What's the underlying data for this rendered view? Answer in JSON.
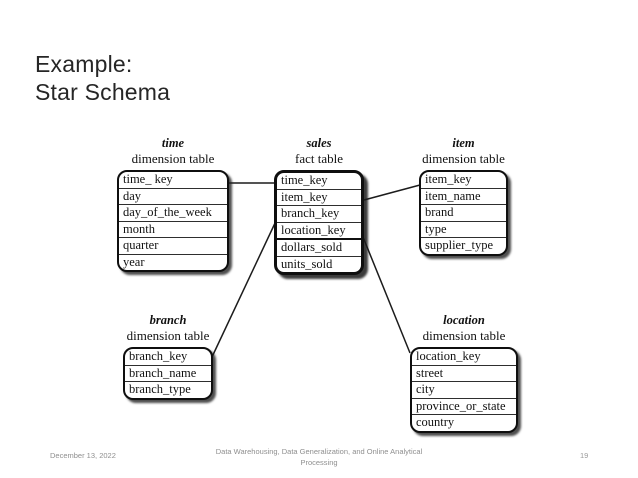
{
  "slide": {
    "title_line1": "Example:",
    "title_line2": "Star Schema"
  },
  "diagram": {
    "tables": {
      "time": {
        "title": "time",
        "subtitle": "dimension table",
        "rows": [
          "time_ key",
          "day",
          "day_of_the_week",
          "month",
          "quarter",
          "year"
        ]
      },
      "sales": {
        "title": "sales",
        "subtitle": "fact table",
        "rows": [
          "time_key",
          "item_key",
          "branch_key",
          "location_key",
          "dollars_sold",
          "units_sold"
        ]
      },
      "item": {
        "title": "item",
        "subtitle": "dimension table",
        "rows": [
          "item_key",
          "item_name",
          "brand",
          "type",
          "supplier_type"
        ]
      },
      "branch": {
        "title": "branch",
        "subtitle": "dimension table",
        "rows": [
          "branch_key",
          "branch_name",
          "branch_type"
        ]
      },
      "location": {
        "title": "location",
        "subtitle": "dimension table",
        "rows": [
          "location_key",
          "street",
          "city",
          "province_or_state",
          "country"
        ]
      }
    },
    "connections": [
      {
        "from": "time.time_ key",
        "to": "sales.time_key"
      },
      {
        "from": "sales.item_key",
        "to": "item.item_key"
      },
      {
        "from": "sales.branch_key",
        "to": "branch.branch_key"
      },
      {
        "from": "sales.location_key",
        "to": "location.location_key"
      }
    ]
  },
  "footer": {
    "date": "December 13, 2022",
    "center_line1": "Data Warehousing, Data Generalization, and Online Analytical",
    "center_line2": "Processing",
    "page_number": "19"
  },
  "colors": {
    "background": "#ffffff",
    "title_text": "#262626",
    "table_border": "#0f0f0f",
    "table_text": "#111111",
    "connector": "#1c1c1c",
    "footer_text": "#8f8f8f"
  }
}
